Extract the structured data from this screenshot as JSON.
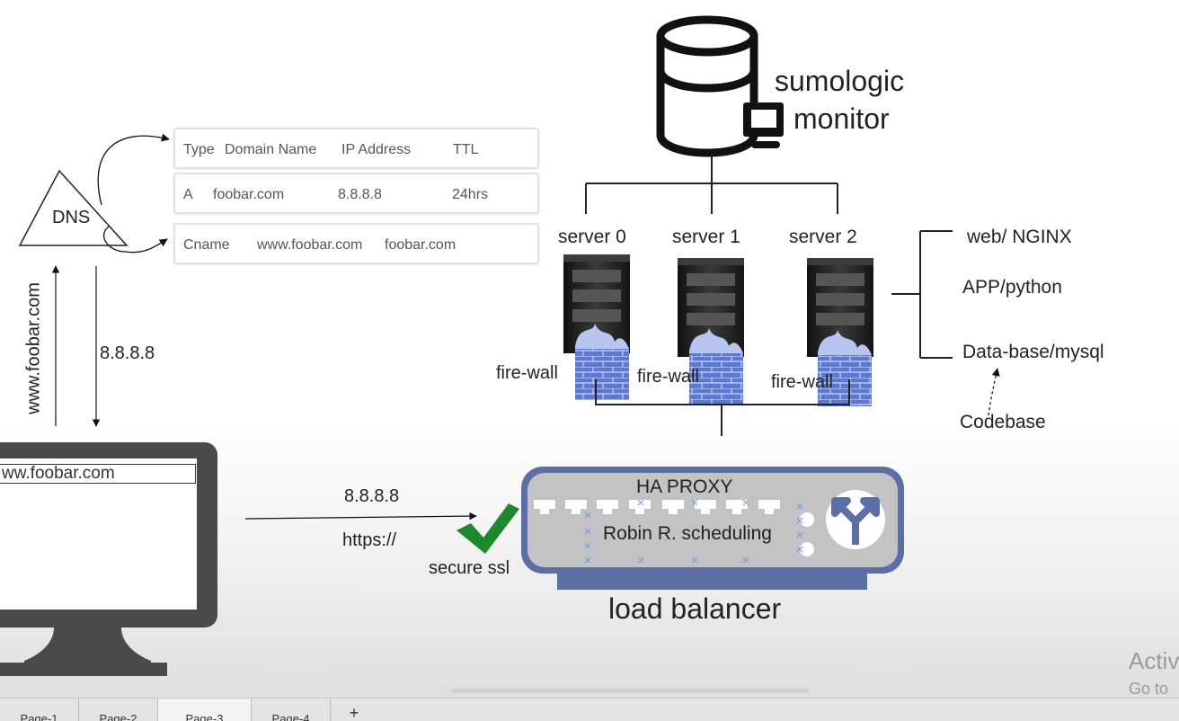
{
  "dns": {
    "label": "DNS",
    "header": {
      "type": "Type",
      "domain": "Domain Name",
      "ip": "IP Address",
      "ttl": "TTL"
    },
    "a_record": {
      "type": "A",
      "domain": "foobar.com",
      "ip": "8.8.8.8",
      "ttl": "24hrs"
    },
    "cname_record": {
      "type": "Cname",
      "domain": "www.foobar.com",
      "target": "foobar.com"
    }
  },
  "flow": {
    "query_label": "www.foobar.com",
    "answer_label": "8.8.8.8",
    "browser_url": "ww.foobar.com",
    "request_ip": "8.8.8.8",
    "protocol": "https://",
    "ssl_label": "secure ssl"
  },
  "monitor": {
    "line1": "sumologic",
    "line2": "monitor"
  },
  "servers": [
    {
      "name": "server 0",
      "firewall": "fire-wall"
    },
    {
      "name": "server 1",
      "firewall": "fire-wall"
    },
    {
      "name": "server 2",
      "firewall": "fire-wall"
    }
  ],
  "stack": {
    "web": "web/ NGINX",
    "app": "APP/python",
    "db": "Data-base/mysql",
    "codebase": "Codebase"
  },
  "load_balancer": {
    "software": "HA PROXY",
    "algorithm": "Robin R. scheduling",
    "label": "load balancer"
  },
  "watermark": {
    "line1": "Activ",
    "line2": "Go to"
  },
  "tabs": [
    {
      "label": "Page-1"
    },
    {
      "label": "Page-2"
    },
    {
      "label": "Page-3"
    },
    {
      "label": "Page-4"
    },
    {
      "label": "+"
    }
  ],
  "colors": {
    "lb_border": "#5b6ea5",
    "lb_fill": "#bdbdbd",
    "check": "#1c8a2c",
    "firewall": "#4d6cc7",
    "rack": "#2a2a2a"
  }
}
